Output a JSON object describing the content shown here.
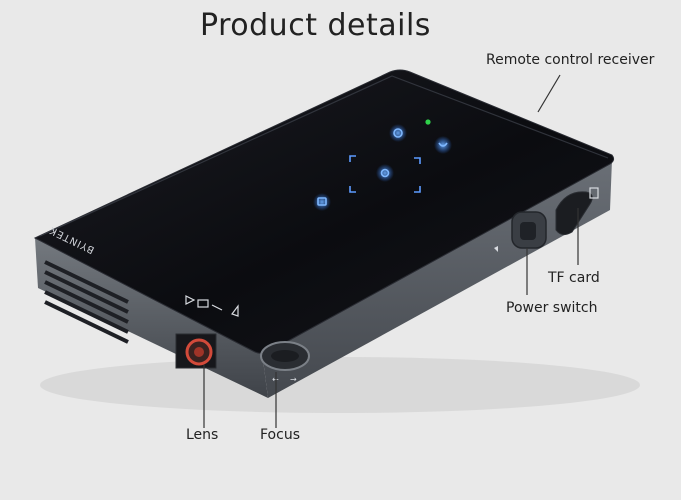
{
  "title": "Product details",
  "callouts": {
    "remote": "Remote control receiver",
    "tf_card": "TF card",
    "power": "Power switch",
    "lens": "Lens",
    "focus": "Focus"
  },
  "device_brand": "BYINTEK",
  "colors": {
    "background": "#e9e9e9",
    "device_top": "#0e0f14",
    "device_side": "#5d626a",
    "touch_glow": "#2f7dff",
    "led": "#2fd14a",
    "lens_ring": "#d24a3a"
  }
}
